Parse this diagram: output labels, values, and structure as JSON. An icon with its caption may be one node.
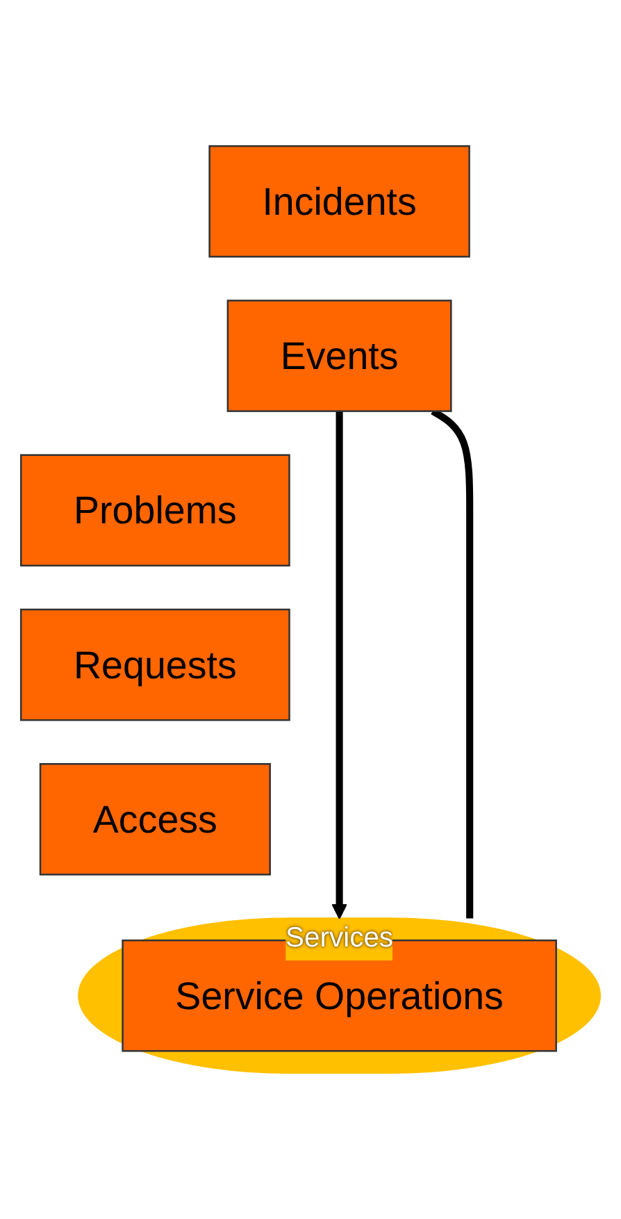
{
  "diagram": {
    "nodes": [
      {
        "text": [
          "Incidents"
        ]
      },
      {
        "text": [
          "Events"
        ]
      },
      {
        "text": [
          "Problems"
        ]
      },
      {
        "text": [
          "Requests"
        ]
      },
      {
        "text": [
          "Access"
        ]
      },
      {
        "text": [
          "Services"
        ]
      },
      {
        "text": [
          "Service Operations"
        ],
        "in": 5
      }
    ],
    "edges": [
      {
        "from": 5,
        "to": 1,
        "arrow": "none"
      },
      {
        "from": 1,
        "to": 5,
        "arrow": "to"
      }
    ]
  }
}
